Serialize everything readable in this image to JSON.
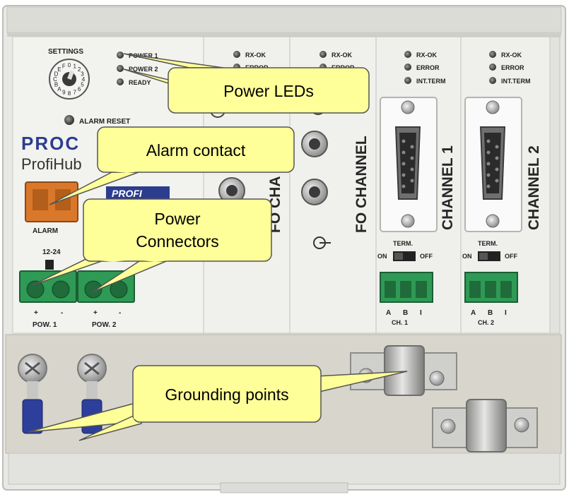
{
  "device": {
    "settings_label": "SETTINGS",
    "rotary_digits": "0123456789ABCDEF",
    "power_leds": [
      "POWER 1",
      "POWER 2",
      "READY"
    ],
    "alarm_reset_label": "ALARM RESET",
    "brand": "PROC",
    "product": "ProfiHub",
    "profi_logo": "PROFI",
    "alarm_label": "ALARM",
    "voltage_label": "12-24",
    "pow1_label": "POW. 1",
    "pow2_label": "POW. 2",
    "plus": "+",
    "minus": "-"
  },
  "fo_modules": [
    {
      "leds": [
        "RX-OK",
        "ERROR"
      ],
      "vertical_label": "FO CHA"
    },
    {
      "leds": [
        "RX-OK",
        "ERROR"
      ],
      "vertical_label": "FO CHANNEL"
    }
  ],
  "rs485_channels": [
    {
      "leds": [
        "RX-OK",
        "ERROR",
        "INT.TERM"
      ],
      "vertical_label": "CHANNEL 1",
      "term_label": "TERM.",
      "on_label": "ON",
      "off_label": "OFF",
      "pins": [
        "A",
        "B",
        "I"
      ],
      "channel_label": "CH. 1"
    },
    {
      "leds": [
        "RX-OK",
        "ERROR",
        "INT.TERM"
      ],
      "vertical_label": "CHANNEL 2",
      "term_label": "TERM.",
      "on_label": "ON",
      "off_label": "OFF",
      "pins": [
        "A",
        "B",
        "I"
      ],
      "channel_label": "CH. 2"
    }
  ],
  "callouts": {
    "power_leds": "Power LEDs",
    "alarm_contact": "Alarm contact",
    "power_connectors_line1": "Power",
    "power_connectors_line2": "Connectors",
    "grounding_points": "Grounding points"
  },
  "colors": {
    "callout_fill": "#ffff99",
    "connector_green": "#2e9a55",
    "alarm_orange": "#d9782a",
    "brand_blue": "#2c3d8f",
    "lug_blue": "#2d3f9a"
  }
}
